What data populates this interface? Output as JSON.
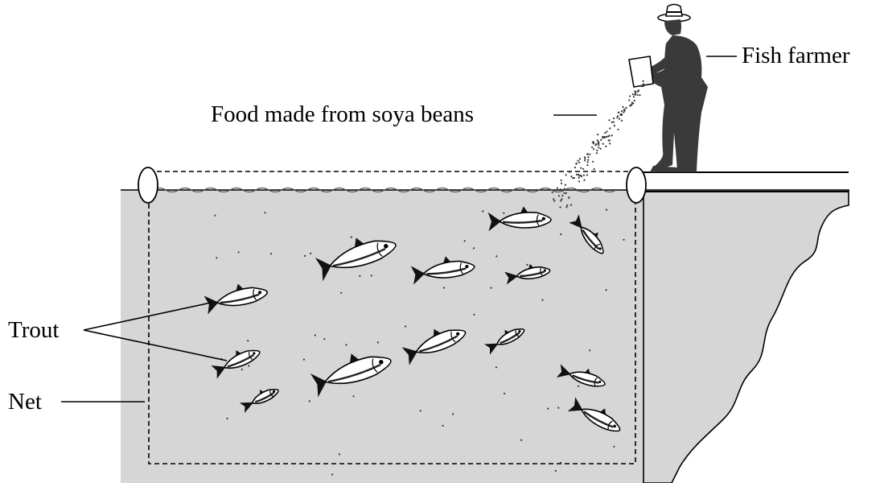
{
  "labels": {
    "fish_farmer": "Fish farmer",
    "food": "Food made from soya beans",
    "trout": "Trout",
    "net": "Net"
  },
  "colors": {
    "water": "#d6d6d6",
    "ink": "#000000",
    "farmer": "#3a3a3a",
    "fish_body": "#ffffff"
  }
}
